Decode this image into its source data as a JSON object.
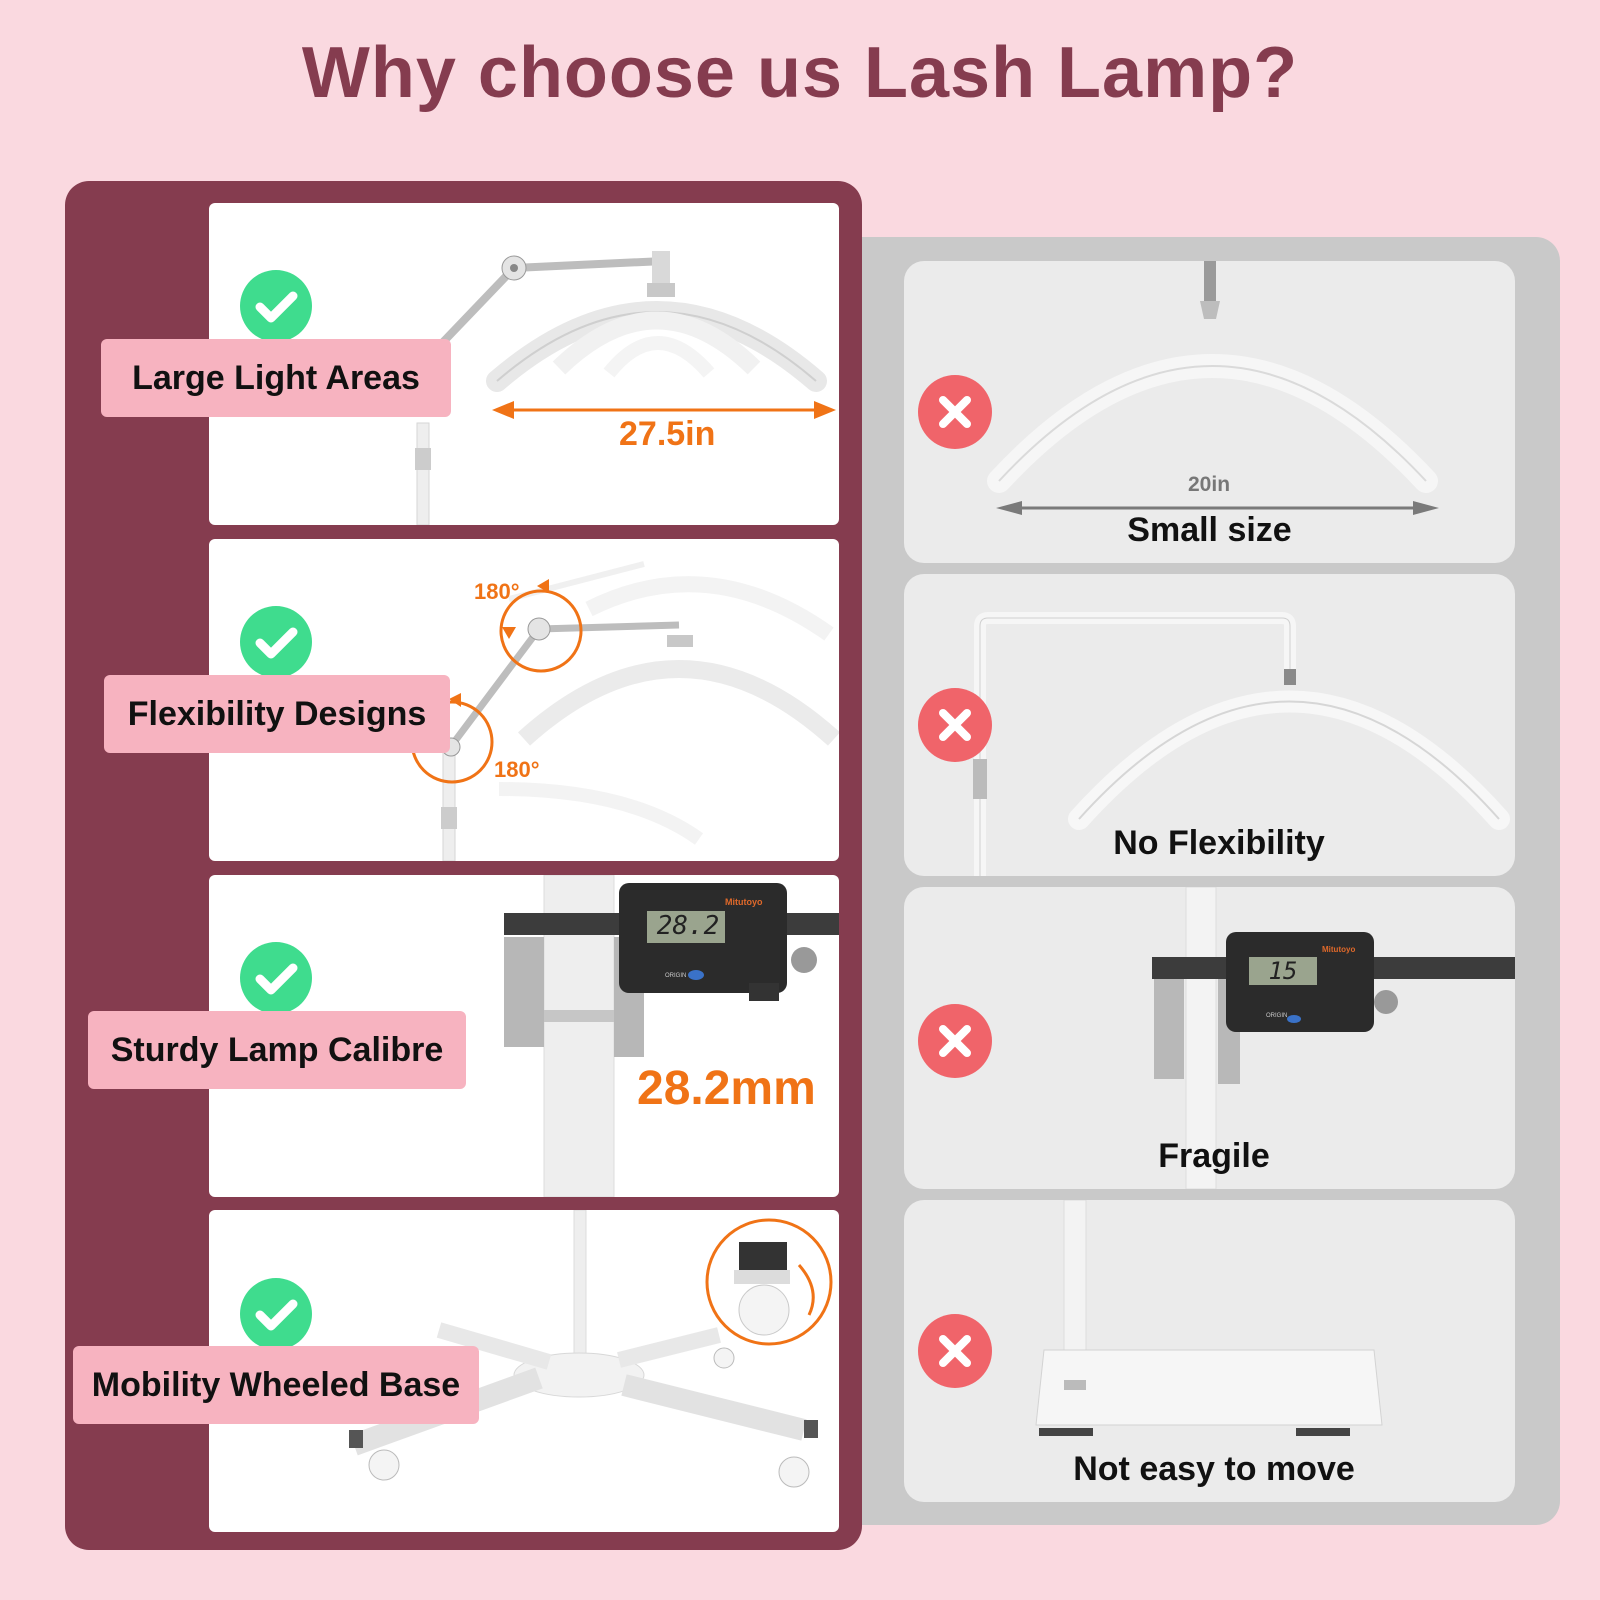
{
  "title": "Why choose us Lash Lamp?",
  "colors": {
    "background": "#fad9e0",
    "panel_maroon": "#853c4f",
    "panel_gray": "#c9c9c9",
    "label_pink": "#f7b3c0",
    "check_green": "#3fdc8e",
    "cross_red": "#f0646a",
    "measure_orange": "#f07316"
  },
  "advantages": [
    {
      "label": "Large Light Areas",
      "measure": "27.5in",
      "icon": "check-icon"
    },
    {
      "label": "Flexibility Designs",
      "angle_top": "180°",
      "angle_bottom": "180°",
      "icon": "check-icon"
    },
    {
      "label": "Sturdy Lamp Calibre",
      "measure": "28.2mm",
      "display": "28.2",
      "brand": "Mitutoyo",
      "button": "ORIGIN",
      "icon": "check-icon"
    },
    {
      "label": "Mobility Wheeled Base",
      "icon": "check-icon"
    }
  ],
  "disadvantages": [
    {
      "label": "Small size",
      "measure": "20in",
      "icon": "cross-icon"
    },
    {
      "label": "No Flexibility",
      "icon": "cross-icon"
    },
    {
      "label": "Fragile",
      "display": "15",
      "brand": "Mitutoyo",
      "button": "ORIGIN",
      "icon": "cross-icon"
    },
    {
      "label": "Not easy to move",
      "icon": "cross-icon"
    }
  ]
}
